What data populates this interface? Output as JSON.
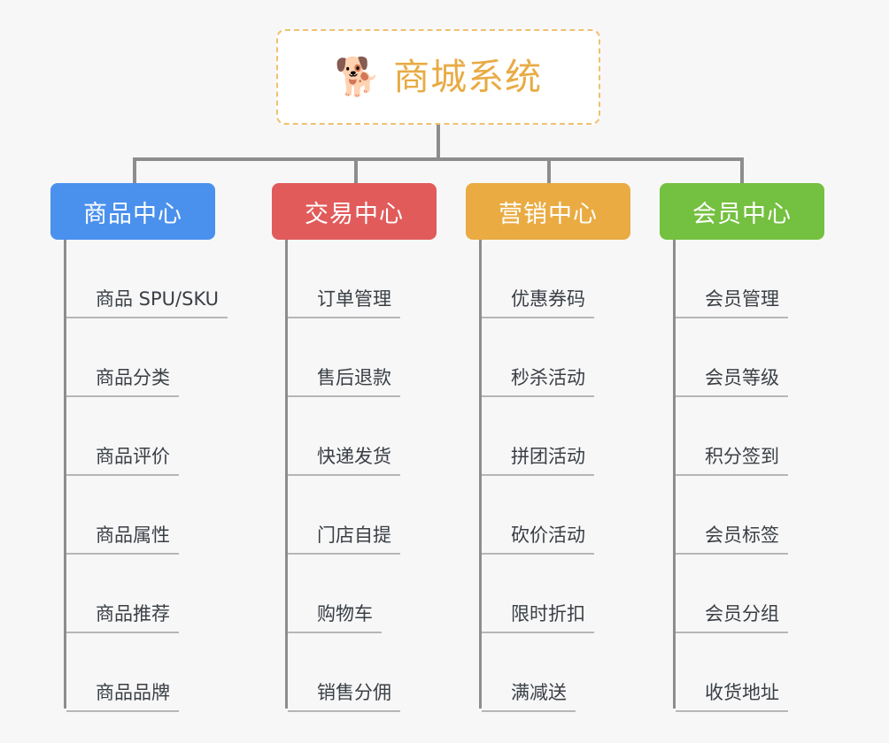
{
  "diagram": {
    "type": "mindmap-tree",
    "background_color": "#f7f7f7",
    "root": {
      "icon": "shiba-inu-dog-face-emoji",
      "icon_glyph": "🐕",
      "title": "商城系统",
      "border_color": "#f0c070",
      "text_color": "#e8ab44",
      "background_color": "#ffffff"
    },
    "connector_color": "#8d8d8d",
    "categories": [
      {
        "label": "商品中心",
        "color": "#4a90ed",
        "items": [
          "商品 SPU/SKU",
          "商品分类",
          "商品评价",
          "商品属性",
          "商品推荐",
          "商品品牌"
        ]
      },
      {
        "label": "交易中心",
        "color": "#e15b5b",
        "items": [
          "订单管理",
          "售后退款",
          "快递发货",
          "门店自提",
          "购物车",
          "销售分佣"
        ]
      },
      {
        "label": "营销中心",
        "color": "#eaab42",
        "items": [
          "优惠券码",
          "秒杀活动",
          "拼团活动",
          "砍价活动",
          "限时折扣",
          "满减送"
        ]
      },
      {
        "label": "会员中心",
        "color": "#74c040",
        "items": [
          "会员管理",
          "会员等级",
          "积分签到",
          "会员标签",
          "会员分组",
          "收货地址"
        ]
      }
    ]
  }
}
